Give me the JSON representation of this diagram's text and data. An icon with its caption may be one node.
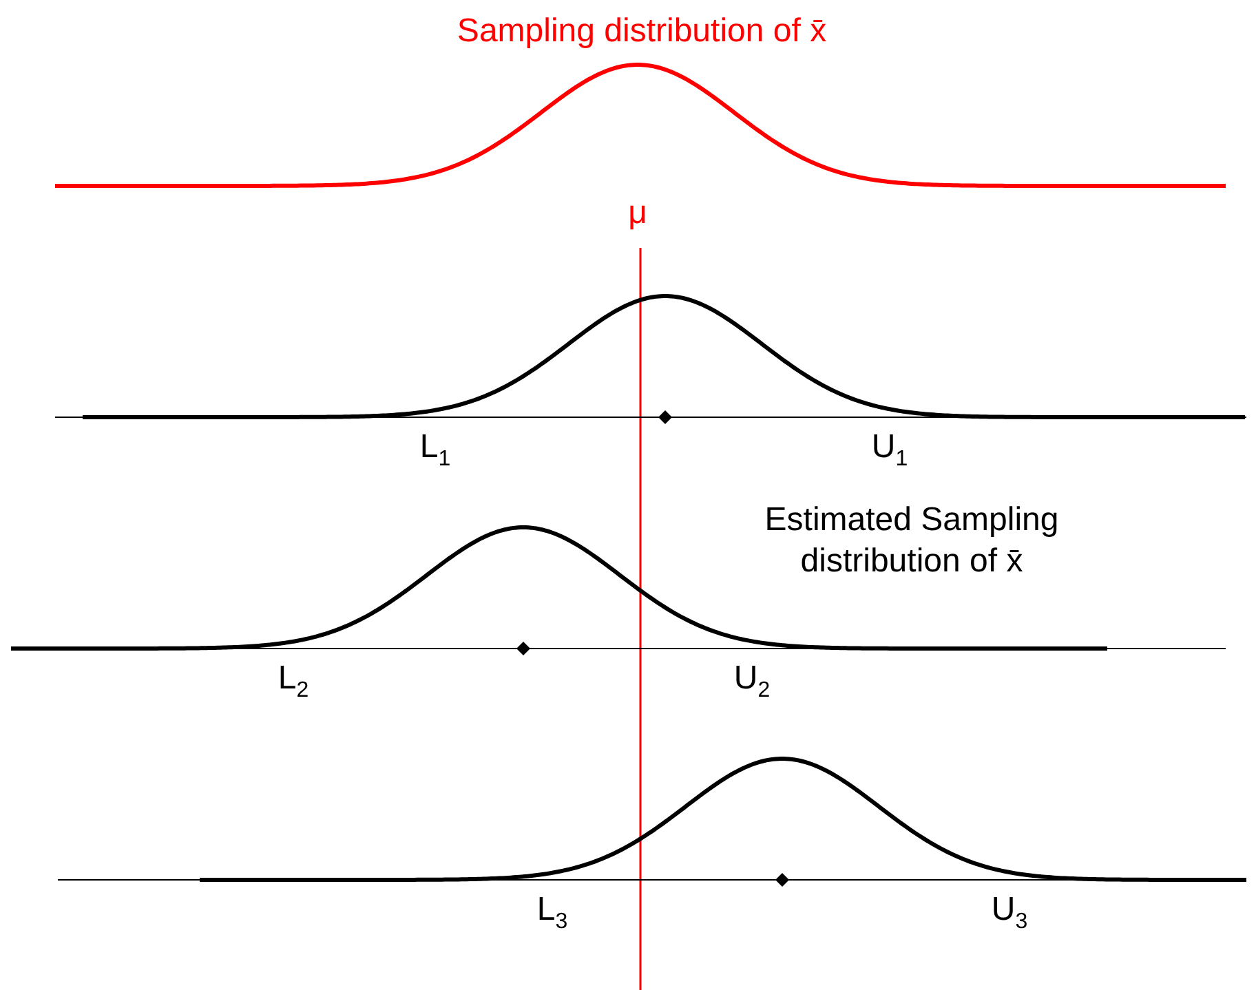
{
  "diagram": {
    "labels": [
      "Sampling distribution of x̄",
      "μ",
      "L$_{1}$",
      "U$_{1}$",
      "Estimated Sampling distribution of x̄",
      "L$_{2}$",
      "U$_{2}$",
      "L$_{3}$",
      "U$_{3}$"
    ]
  }
}
